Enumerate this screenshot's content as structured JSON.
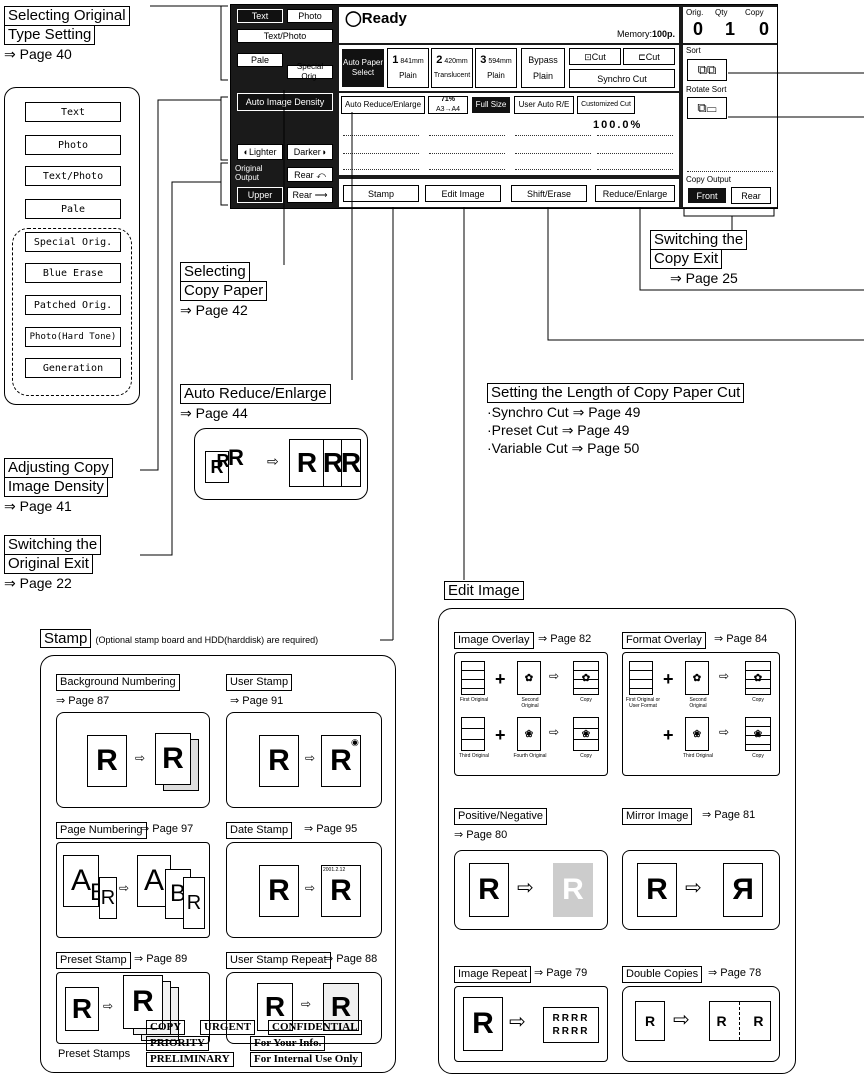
{
  "panel": {
    "status": "Ready",
    "memory_label": "Memory:",
    "memory_value": "100p.",
    "orig_label": "Orig.",
    "orig_value": "0",
    "qty_label": "Qty",
    "qty_value": "1",
    "copy_label": "Copy",
    "copy_value": "0",
    "type_buttons": [
      "Text",
      "Photo",
      "Text/Photo",
      "Pale",
      "Special Orig."
    ],
    "auto_paper": "Auto Paper Select",
    "trays": [
      {
        "num": "1",
        "size": "841mm",
        "type": "Plain"
      },
      {
        "num": "2",
        "size": "420mm",
        "type": "Translucent"
      },
      {
        "num": "3",
        "size": "594mm",
        "type": "Plain"
      }
    ],
    "bypass": "Bypass",
    "bypass_type": "Plain",
    "cut1": "Cut",
    "cut2": "Cut",
    "synchro_cut": "Synchro Cut",
    "auto_image_density": "Auto Image Density",
    "auto_reduce": "Auto Reduce/Enlarge",
    "ratio_top": "71%",
    "ratio_bottom": "A3→A4",
    "full_size": "Full Size",
    "user_auto": "User Auto R/E",
    "customized_cut": "Customized Cut",
    "zoom": "100.0%",
    "lighter": "Lighter",
    "darker": "Darker",
    "original_output": "Original Output",
    "rear1": "Rear",
    "upper": "Upper",
    "rear2": "Rear",
    "stamp": "Stamp",
    "edit_image": "Edit Image",
    "shift_erase": "Shift/Erase",
    "reduce_enlarge": "Reduce/Enlarge",
    "sort": "Sort",
    "rotate_sort": "Rotate Sort",
    "copy_output": "Copy Output",
    "front": "Front",
    "rear3": "Rear"
  },
  "callouts": {
    "original_type": {
      "line1": "Selecting Original",
      "line2": "Type Setting",
      "page": "⇒ Page 40"
    },
    "copy_paper": {
      "line1": "Selecting",
      "line2": "Copy Paper",
      "page": "⇒ Page 42"
    },
    "auto_reduce": {
      "title": "Auto Reduce/Enlarge",
      "page": "⇒ Page 44"
    },
    "density": {
      "line1": "Adjusting Copy",
      "line2": "Image Density",
      "page": "⇒ Page 41"
    },
    "orig_exit": {
      "line1": "Switching the",
      "line2": "Original Exit",
      "page": "⇒ Page 22"
    },
    "copy_exit": {
      "line1": "Switching the",
      "line2": "Copy Exit",
      "page": "⇒ Page 25"
    },
    "cut_length": {
      "title": "Setting the Length of Copy Paper Cut",
      "items": [
        "·Synchro Cut ⇒ Page 49",
        "·Preset Cut ⇒ Page 49",
        "·Variable Cut ⇒ Page 50"
      ]
    }
  },
  "original_types": [
    "Text",
    "Photo",
    "Text/Photo",
    "Pale"
  ],
  "special_types": [
    "Special Orig.",
    "Blue Erase",
    "Patched Orig.",
    "Photo(Hard Tone)",
    "Generation"
  ],
  "stamp": {
    "title": "Stamp",
    "note": "(Optional stamp board and HDD(harddisk) are required)",
    "features": [
      {
        "name": "Background Numbering",
        "page": "⇒ Page 87"
      },
      {
        "name": "User Stamp",
        "page": "⇒ Page 91"
      },
      {
        "name": "Page Numbering",
        "page": "⇒ Page 97"
      },
      {
        "name": "Date Stamp",
        "page": "⇒ Page 95"
      },
      {
        "name": "Preset Stamp",
        "page": "⇒ Page 89"
      },
      {
        "name": "User Stamp Repeat",
        "page": "⇒ Page 88"
      }
    ],
    "preset_label": "Preset Stamps",
    "preset_stamps": [
      "COPY",
      "URGENT",
      "CONFIDENTIAL",
      "PRIORITY",
      "For Your Info.",
      "PRELIMINARY",
      "For Internal Use Only"
    ],
    "date_text": "2001.2.12"
  },
  "edit": {
    "title": "Edit Image",
    "features": [
      {
        "name": "Image Overlay",
        "page": "⇒ Page 82"
      },
      {
        "name": "Format Overlay",
        "page": "⇒ Page 84"
      },
      {
        "name": "Positive/Negative",
        "page": "⇒ Page 80"
      },
      {
        "name": "Mirror Image",
        "page": "⇒ Page 81"
      },
      {
        "name": "Image Repeat",
        "page": "⇒ Page 79"
      },
      {
        "name": "Double Copies",
        "page": "⇒ Page 78"
      }
    ],
    "overlay_labels": [
      "First Original",
      "Second Original",
      "Copy",
      "Third Original",
      "Fourth Original",
      "Copy"
    ],
    "format_labels": [
      "First Original or User Format",
      "Second Original",
      "Copy",
      "Third Original",
      "Copy"
    ]
  }
}
